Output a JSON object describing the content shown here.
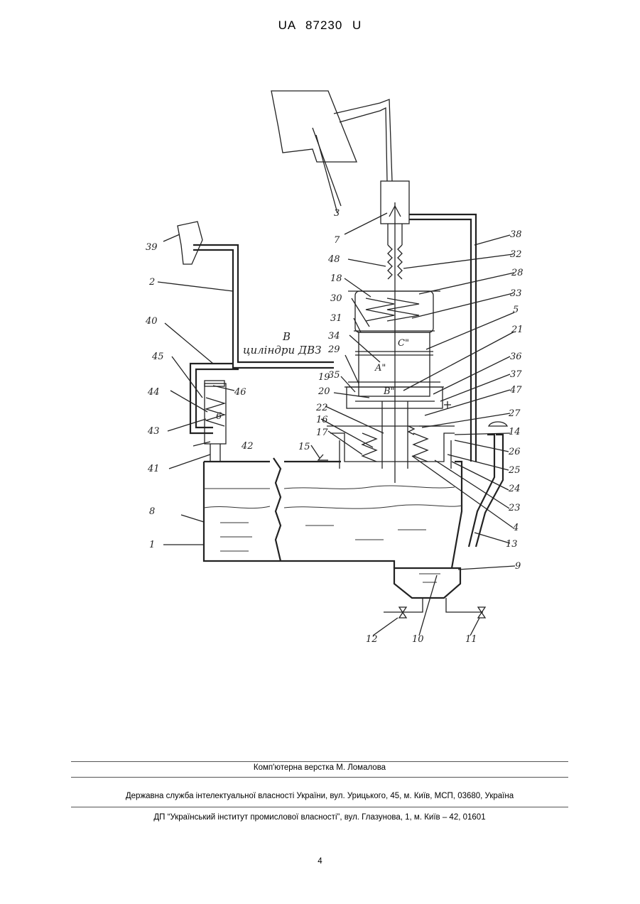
{
  "header": {
    "patent_no": "UA   87230   U"
  },
  "figure": {
    "inline_text": {
      "letter_b": "B",
      "cylinders": "циліндри ДВЗ",
      "chamber_c": "C\"",
      "chamber_a": "A\"",
      "chamber_b": "B\""
    },
    "labels": [
      "1",
      "2",
      "3",
      "4",
      "5",
      "6",
      "7",
      "8",
      "9",
      "10",
      "11",
      "12",
      "13",
      "14",
      "15",
      "16",
      "17",
      "18",
      "19",
      "20",
      "21",
      "22",
      "23",
      "24",
      "25",
      "26",
      "27",
      "28",
      "29",
      "30",
      "31",
      "32",
      "33",
      "34",
      "35",
      "36",
      "37",
      "38",
      "39",
      "40",
      "41",
      "42",
      "43",
      "44",
      "45",
      "46",
      "47",
      "48"
    ]
  },
  "footer": {
    "layout": "Комп'ютерна верстка М. Ломалова",
    "service": "Державна служба інтелектуальної власності України, вул. Урицького, 45, м. Київ, МСП, 03680, Україна",
    "institute": "ДП “Український інститут промислової власності”, вул. Глазунова, 1, м. Київ – 42, 01601"
  },
  "page_number": "4"
}
